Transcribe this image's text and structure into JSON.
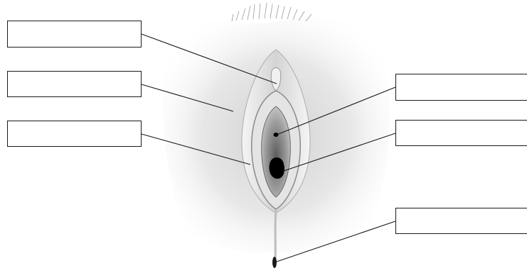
{
  "diagram": {
    "labels": [
      {
        "id": "box-l1",
        "text": ""
      },
      {
        "id": "box-l2",
        "text": ""
      },
      {
        "id": "box-l3",
        "text": ""
      },
      {
        "id": "box-r1",
        "text": ""
      },
      {
        "id": "box-r2",
        "text": ""
      },
      {
        "id": "box-r3",
        "text": ""
      }
    ],
    "colors": {
      "outline": "#1a1a1a",
      "skin_light": "#f2f2f2",
      "skin_mid": "#c8c8c8",
      "skin_dark": "#8a8a8a",
      "opening": "#000000"
    }
  }
}
